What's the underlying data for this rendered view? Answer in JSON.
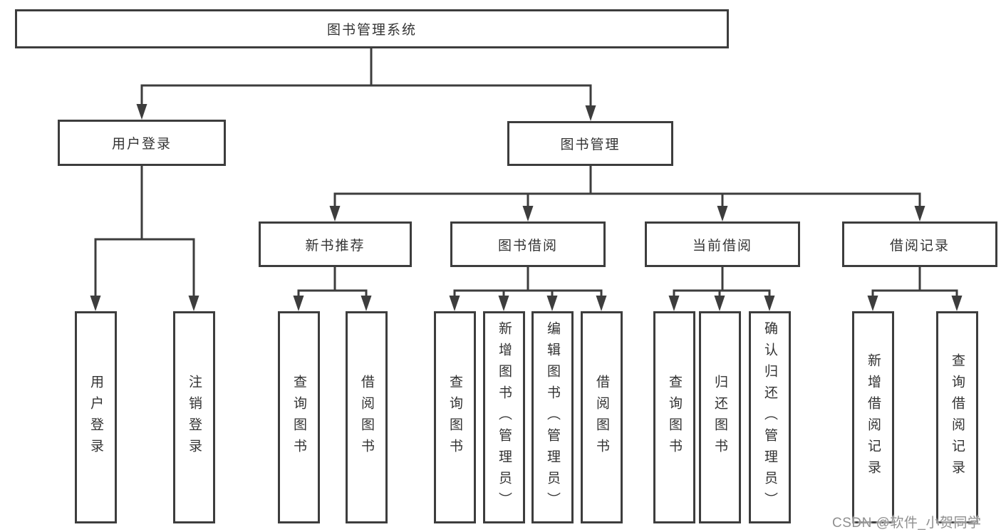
{
  "colors": {
    "line": "#3d3d3d",
    "box_border": "#3d3d3d",
    "text": "#333333",
    "background": "#ffffff",
    "watermark": "#8f8f8f"
  },
  "watermark": {
    "text": "CSDN @软件_小贺同学"
  },
  "tree": {
    "root": {
      "label": "图书管理系统",
      "children": [
        {
          "label": "用户登录",
          "children": [
            {
              "label": "用户登录"
            },
            {
              "label": "注销登录"
            }
          ]
        },
        {
          "label": "图书管理",
          "children": [
            {
              "label": "新书推荐",
              "children": [
                {
                  "label": "查询图书"
                },
                {
                  "label": "借阅图书"
                }
              ]
            },
            {
              "label": "图书借阅",
              "children": [
                {
                  "label": "查询图书"
                },
                {
                  "label": "新增图书（管理员）"
                },
                {
                  "label": "编辑图书（管理员）"
                },
                {
                  "label": "借阅图书"
                }
              ]
            },
            {
              "label": "当前借阅",
              "children": [
                {
                  "label": "查询图书"
                },
                {
                  "label": "归还图书"
                },
                {
                  "label": "确认归还（管理员）"
                }
              ]
            },
            {
              "label": "借阅记录",
              "children": [
                {
                  "label": "新增借阅记录"
                },
                {
                  "label": "查询借阅记录"
                }
              ]
            }
          ]
        }
      ]
    }
  }
}
